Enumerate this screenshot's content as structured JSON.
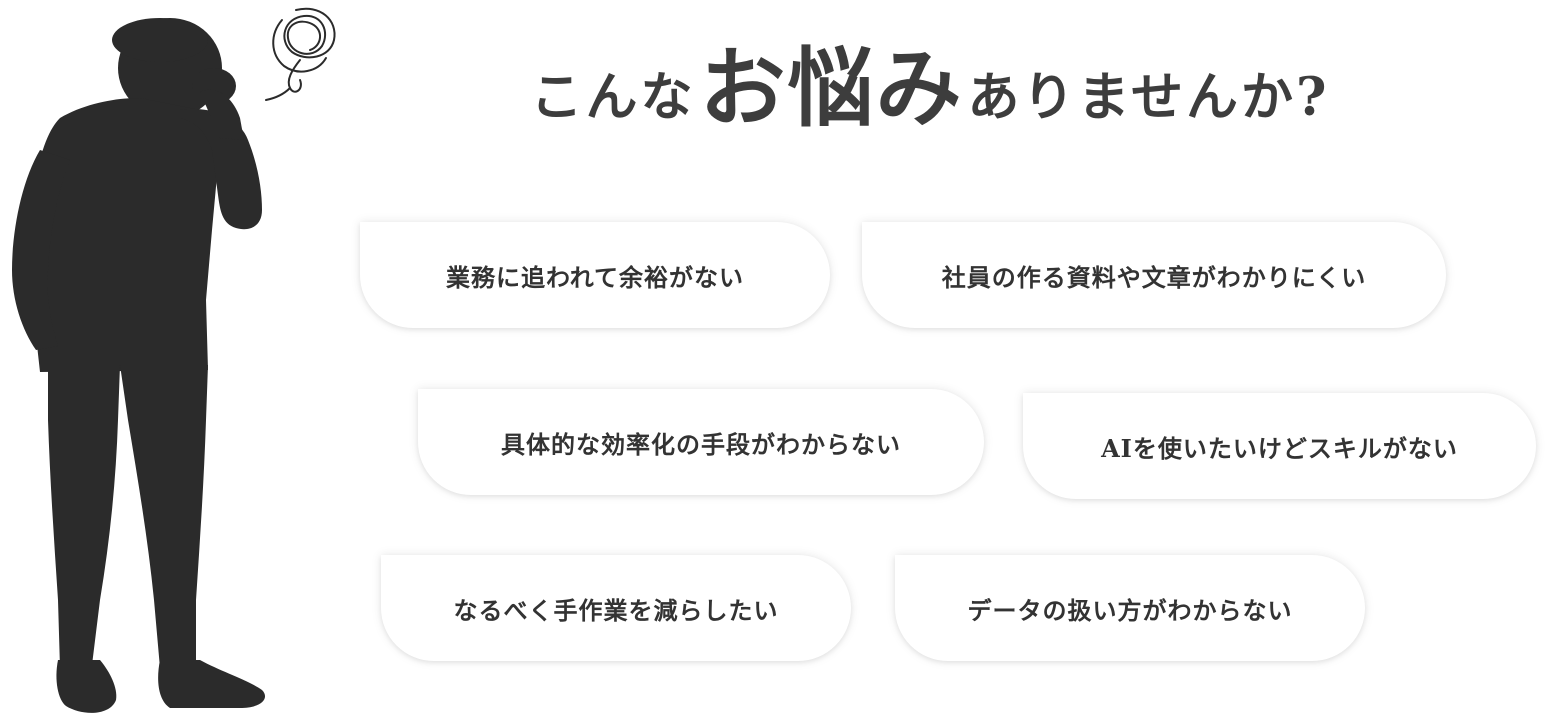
{
  "headline": {
    "lead": "こんな",
    "emphasis": "お悩み",
    "tail": "ありませんか?"
  },
  "figure": {
    "icon": "worried-man-silhouette",
    "thought_icon": "scribble-thought-icon",
    "color": "#2b2b2b"
  },
  "concerns": [
    "業務に追われて余裕がない",
    "社員の作る資料や文章がわかりにくい",
    "具体的な効率化の手段がわからない",
    "AIを使いたいけどスキルがない",
    "なるべく手作業を減らしたい",
    "データの扱い方がわからない"
  ]
}
